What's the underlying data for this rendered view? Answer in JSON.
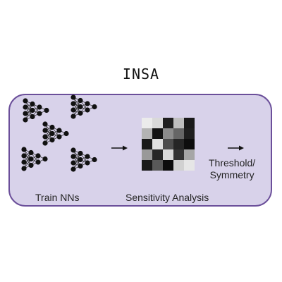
{
  "title": "INSA",
  "labels": {
    "train": "Train NNs",
    "sensitivity": "Sensitivity Analysis",
    "threshold_line1": "Threshold/",
    "threshold_line2": "Symmetry"
  },
  "colors": {
    "panel_fill": "#d8d2ea",
    "panel_border": "#6b4f9a",
    "network_node": "#111111",
    "network_edge": "#333333"
  },
  "networks_count": 5,
  "sensitivity_matrix": [
    [
      0.92,
      0.85,
      0.12,
      0.75,
      0.1
    ],
    [
      0.7,
      0.08,
      0.55,
      0.4,
      0.12
    ],
    [
      0.1,
      0.88,
      0.3,
      0.15,
      0.05
    ],
    [
      0.6,
      0.15,
      0.85,
      0.2,
      0.65
    ],
    [
      0.1,
      0.35,
      0.05,
      0.82,
      0.9
    ]
  ]
}
